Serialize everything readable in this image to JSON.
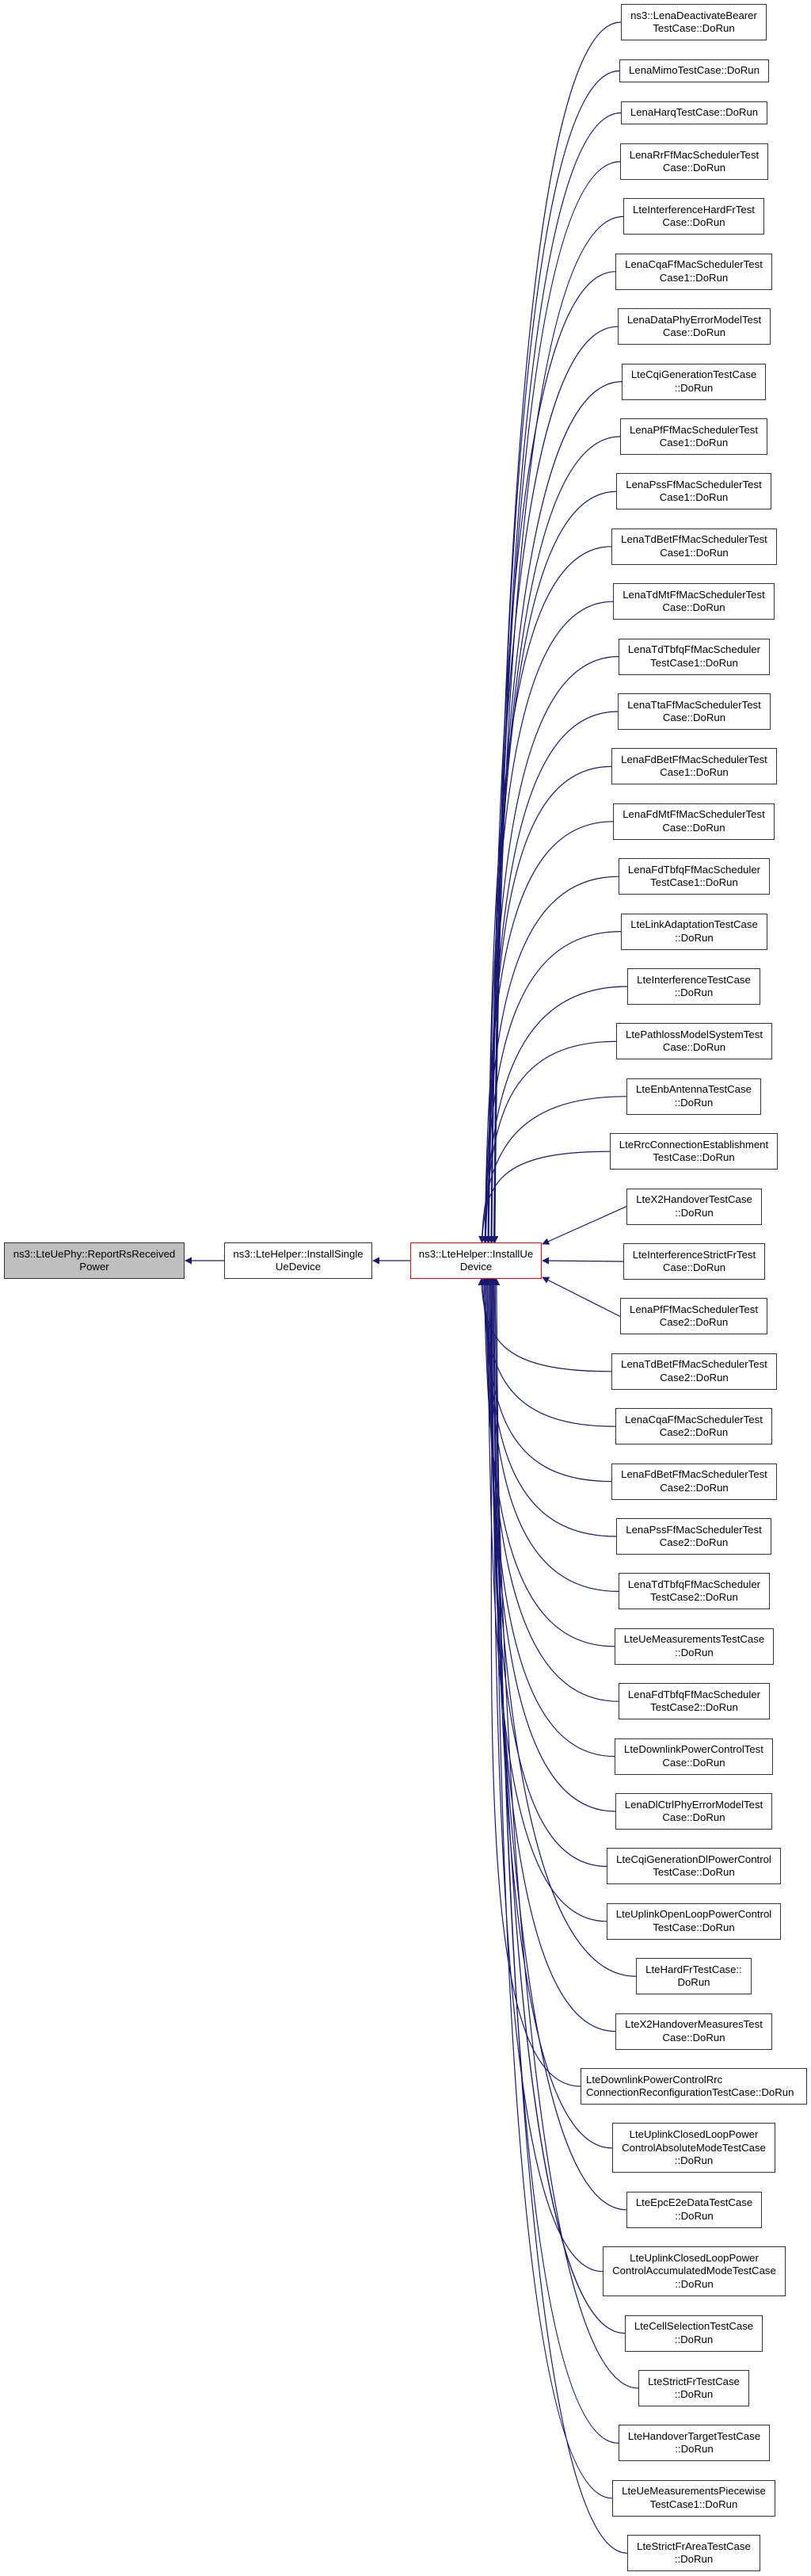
{
  "graph": {
    "type": "caller-graph",
    "edge_color": "#191970",
    "focus_node": {
      "id": "report",
      "label": "ns3::LteUePhy::ReportRsReceived\nPower",
      "fill": "#bfbfbf"
    },
    "chain": [
      {
        "id": "install-single",
        "label": "ns3::LteHelper::InstallSingle\nUeDevice"
      },
      {
        "id": "install-ue",
        "label": "ns3::LteHelper::InstallUe\nDevice",
        "border": "#ff0000"
      }
    ],
    "callers": [
      {
        "label": "ns3::LenaDeactivateBearer\nTestCase::DoRun",
        "lines": 2
      },
      {
        "label": "LenaMimoTestCase::DoRun",
        "lines": 1
      },
      {
        "label": "LenaHarqTestCase::DoRun",
        "lines": 1
      },
      {
        "label": "LenaRrFfMacSchedulerTest\nCase::DoRun",
        "lines": 2
      },
      {
        "label": "LteInterferenceHardFrTest\nCase::DoRun",
        "lines": 2
      },
      {
        "label": "LenaCqaFfMacSchedulerTest\nCase1::DoRun",
        "lines": 2
      },
      {
        "label": "LenaDataPhyErrorModelTest\nCase::DoRun",
        "lines": 2
      },
      {
        "label": "LteCqiGenerationTestCase\n::DoRun",
        "lines": 2
      },
      {
        "label": "LenaPfFfMacSchedulerTest\nCase1::DoRun",
        "lines": 2
      },
      {
        "label": "LenaPssFfMacSchedulerTest\nCase1::DoRun",
        "lines": 2
      },
      {
        "label": "LenaTdBetFfMacSchedulerTest\nCase1::DoRun",
        "lines": 2
      },
      {
        "label": "LenaTdMtFfMacSchedulerTest\nCase::DoRun",
        "lines": 2
      },
      {
        "label": "LenaTdTbfqFfMacScheduler\nTestCase1::DoRun",
        "lines": 2
      },
      {
        "label": "LenaTtaFfMacSchedulerTest\nCase::DoRun",
        "lines": 2
      },
      {
        "label": "LenaFdBetFfMacSchedulerTest\nCase1::DoRun",
        "lines": 2
      },
      {
        "label": "LenaFdMtFfMacSchedulerTest\nCase::DoRun",
        "lines": 2
      },
      {
        "label": "LenaFdTbfqFfMacScheduler\nTestCase1::DoRun",
        "lines": 2
      },
      {
        "label": "LteLinkAdaptationTestCase\n::DoRun",
        "lines": 2
      },
      {
        "label": "LteInterferenceTestCase\n::DoRun",
        "lines": 2
      },
      {
        "label": "LtePathlossModelSystemTest\nCase::DoRun",
        "lines": 2
      },
      {
        "label": "LteEnbAntennaTestCase\n::DoRun",
        "lines": 2
      },
      {
        "label": "LteRrcConnectionEstablishment\nTestCase::DoRun",
        "lines": 2
      },
      {
        "label": "LteX2HandoverTestCase\n::DoRun",
        "lines": 2
      },
      {
        "label": "LteInterferenceStrictFrTest\nCase::DoRun",
        "lines": 2
      },
      {
        "label": "LenaPfFfMacSchedulerTest\nCase2::DoRun",
        "lines": 2
      },
      {
        "label": "LenaTdBetFfMacSchedulerTest\nCase2::DoRun",
        "lines": 2
      },
      {
        "label": "LenaCqaFfMacSchedulerTest\nCase2::DoRun",
        "lines": 2
      },
      {
        "label": "LenaFdBetFfMacSchedulerTest\nCase2::DoRun",
        "lines": 2
      },
      {
        "label": "LenaPssFfMacSchedulerTest\nCase2::DoRun",
        "lines": 2
      },
      {
        "label": "LenaTdTbfqFfMacScheduler\nTestCase2::DoRun",
        "lines": 2
      },
      {
        "label": "LteUeMeasurementsTestCase\n::DoRun",
        "lines": 2
      },
      {
        "label": "LenaFdTbfqFfMacScheduler\nTestCase2::DoRun",
        "lines": 2
      },
      {
        "label": "LteDownlinkPowerControlTest\nCase::DoRun",
        "lines": 2
      },
      {
        "label": "LenaDlCtrlPhyErrorModelTest\nCase::DoRun",
        "lines": 2
      },
      {
        "label": "LteCqiGenerationDlPowerControl\nTestCase::DoRun",
        "lines": 2
      },
      {
        "label": "LteUplinkOpenLoopPowerControl\nTestCase::DoRun",
        "lines": 2
      },
      {
        "label": "LteHardFrTestCase::\nDoRun",
        "lines": 2
      },
      {
        "label": "LteX2HandoverMeasuresTest\nCase::DoRun",
        "lines": 2
      },
      {
        "label": "LteDownlinkPowerControlRrc\nConnectionReconfigurationTestCase::DoRun",
        "lines": 2,
        "align": "left"
      },
      {
        "label": "LteUplinkClosedLoopPower\nControlAbsoluteModeTestCase\n::DoRun",
        "lines": 3
      },
      {
        "label": "LteEpcE2eDataTestCase\n::DoRun",
        "lines": 2
      },
      {
        "label": "LteUplinkClosedLoopPower\nControlAccumulatedModeTestCase\n::DoRun",
        "lines": 3
      },
      {
        "label": "LteCellSelectionTestCase\n::DoRun",
        "lines": 2
      },
      {
        "label": "LteStrictFrTestCase\n::DoRun",
        "lines": 2
      },
      {
        "label": "LteHandoverTargetTestCase\n::DoRun",
        "lines": 2
      },
      {
        "label": "LteUeMeasurementsPiecewise\nTestCase1::DoRun",
        "lines": 2
      },
      {
        "label": "LteStrictFrAreaTestCase\n::DoRun",
        "lines": 2
      }
    ]
  }
}
